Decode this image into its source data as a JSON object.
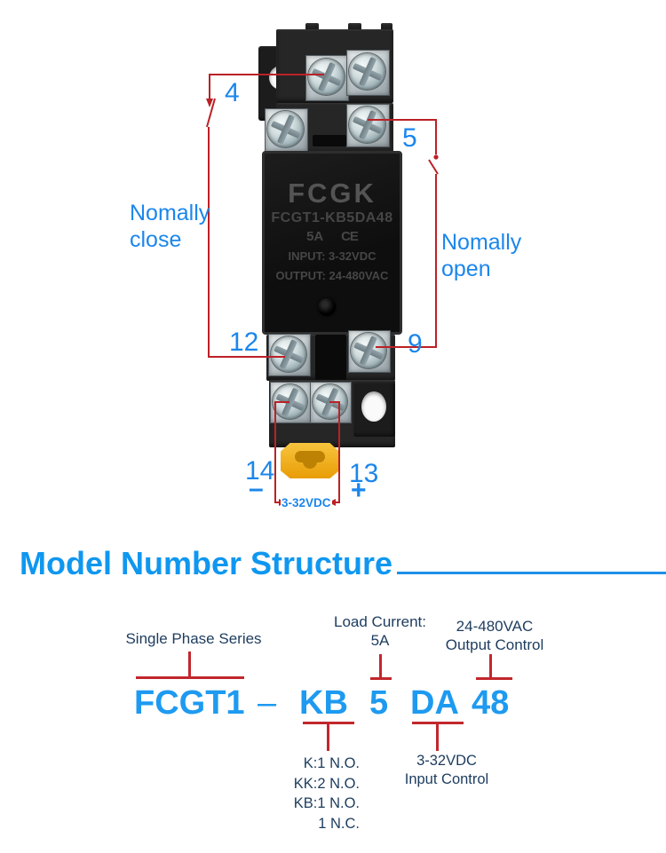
{
  "palette": {
    "accent_blue": "#1b86ec",
    "heading_blue": "#0f97f0",
    "model_blue": "#1e9af0",
    "annotation_red": "#bb2126",
    "mark_red": "#c1272d",
    "navy_text": "#1c3c5e",
    "clip_yellow": "#f0ae20"
  },
  "photo": {
    "device": {
      "brand": "FCGK",
      "model": "FCGT1-KB5DA48",
      "current": "5A",
      "ce": "CE",
      "input": "INPUT: 3-32VDC",
      "output": "OUTPUT: 24-480VAC"
    },
    "labels": {
      "terminal4": "4",
      "terminal5": "5",
      "terminal9": "9",
      "terminal12": "12",
      "terminal13": "13",
      "terminal14": "14",
      "plus": "+",
      "minus": "–",
      "normallyClose": "Nomally close",
      "normallyOpen": "Nomally open",
      "inputVoltage": "3-32VDC"
    }
  },
  "section": {
    "heading": "Model Number Structure",
    "callouts": {
      "series": "Single Phase Series",
      "loadLabel": "Load Current:",
      "loadValue": "5A",
      "outputLine1": "24-480VAC",
      "outputLine2": "Output Control",
      "inputLine1": "3-32VDC",
      "inputLine2": "Input Control"
    },
    "model": {
      "p1": "FCGT1",
      "dash": "–",
      "p2": "KB",
      "p3": "5",
      "p4": "DA",
      "p5": "48"
    },
    "contactOptions": [
      "K:1 N.O.",
      "KK:2 N.O.",
      "KB:1 N.O.",
      "1 N.C."
    ]
  }
}
